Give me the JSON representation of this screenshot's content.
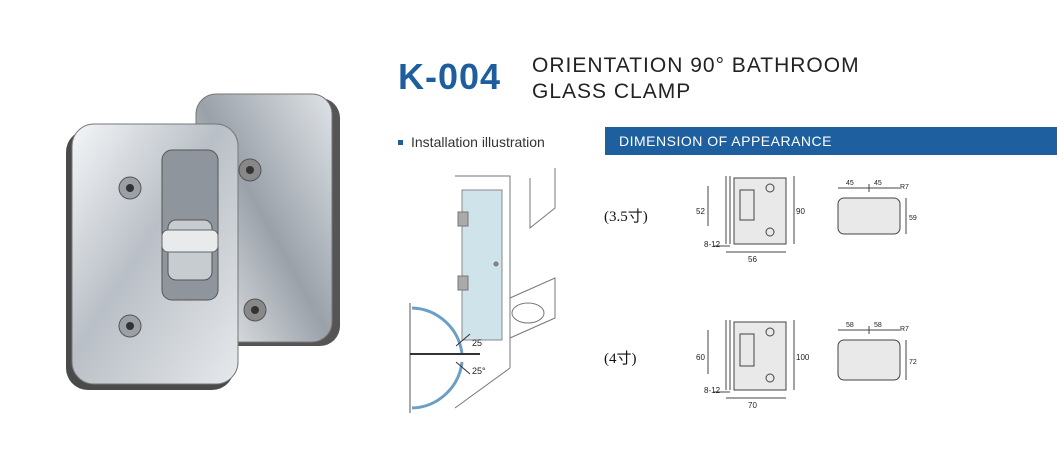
{
  "header": {
    "model": "K-004",
    "title_line1": "ORIENTATION 90° BATHROOM",
    "title_line2": "GLASS CLAMP"
  },
  "install_section": {
    "label": "Installation illustration",
    "angle_top": "25",
    "angle_bottom": "25°"
  },
  "dimension_section": {
    "header": "DIMENSION OF APPEARANCE"
  },
  "variants": [
    {
      "size_label": "(3.5寸)",
      "dims": {
        "height_inner": "52",
        "height_total": "90",
        "gap": "8-12",
        "width": "56"
      },
      "plate": {
        "left_seg": "45",
        "right_seg": "45",
        "radius": "R7",
        "height": "59"
      }
    },
    {
      "size_label": "(4寸)",
      "dims": {
        "height_inner": "60",
        "height_total": "100",
        "gap": "8-12",
        "width": "70"
      },
      "plate": {
        "left_seg": "58",
        "right_seg": "58",
        "radius": "R7",
        "height": "72"
      }
    }
  ],
  "colors": {
    "accent": "#1d5f9f",
    "model_text": "#1f5e9e"
  }
}
